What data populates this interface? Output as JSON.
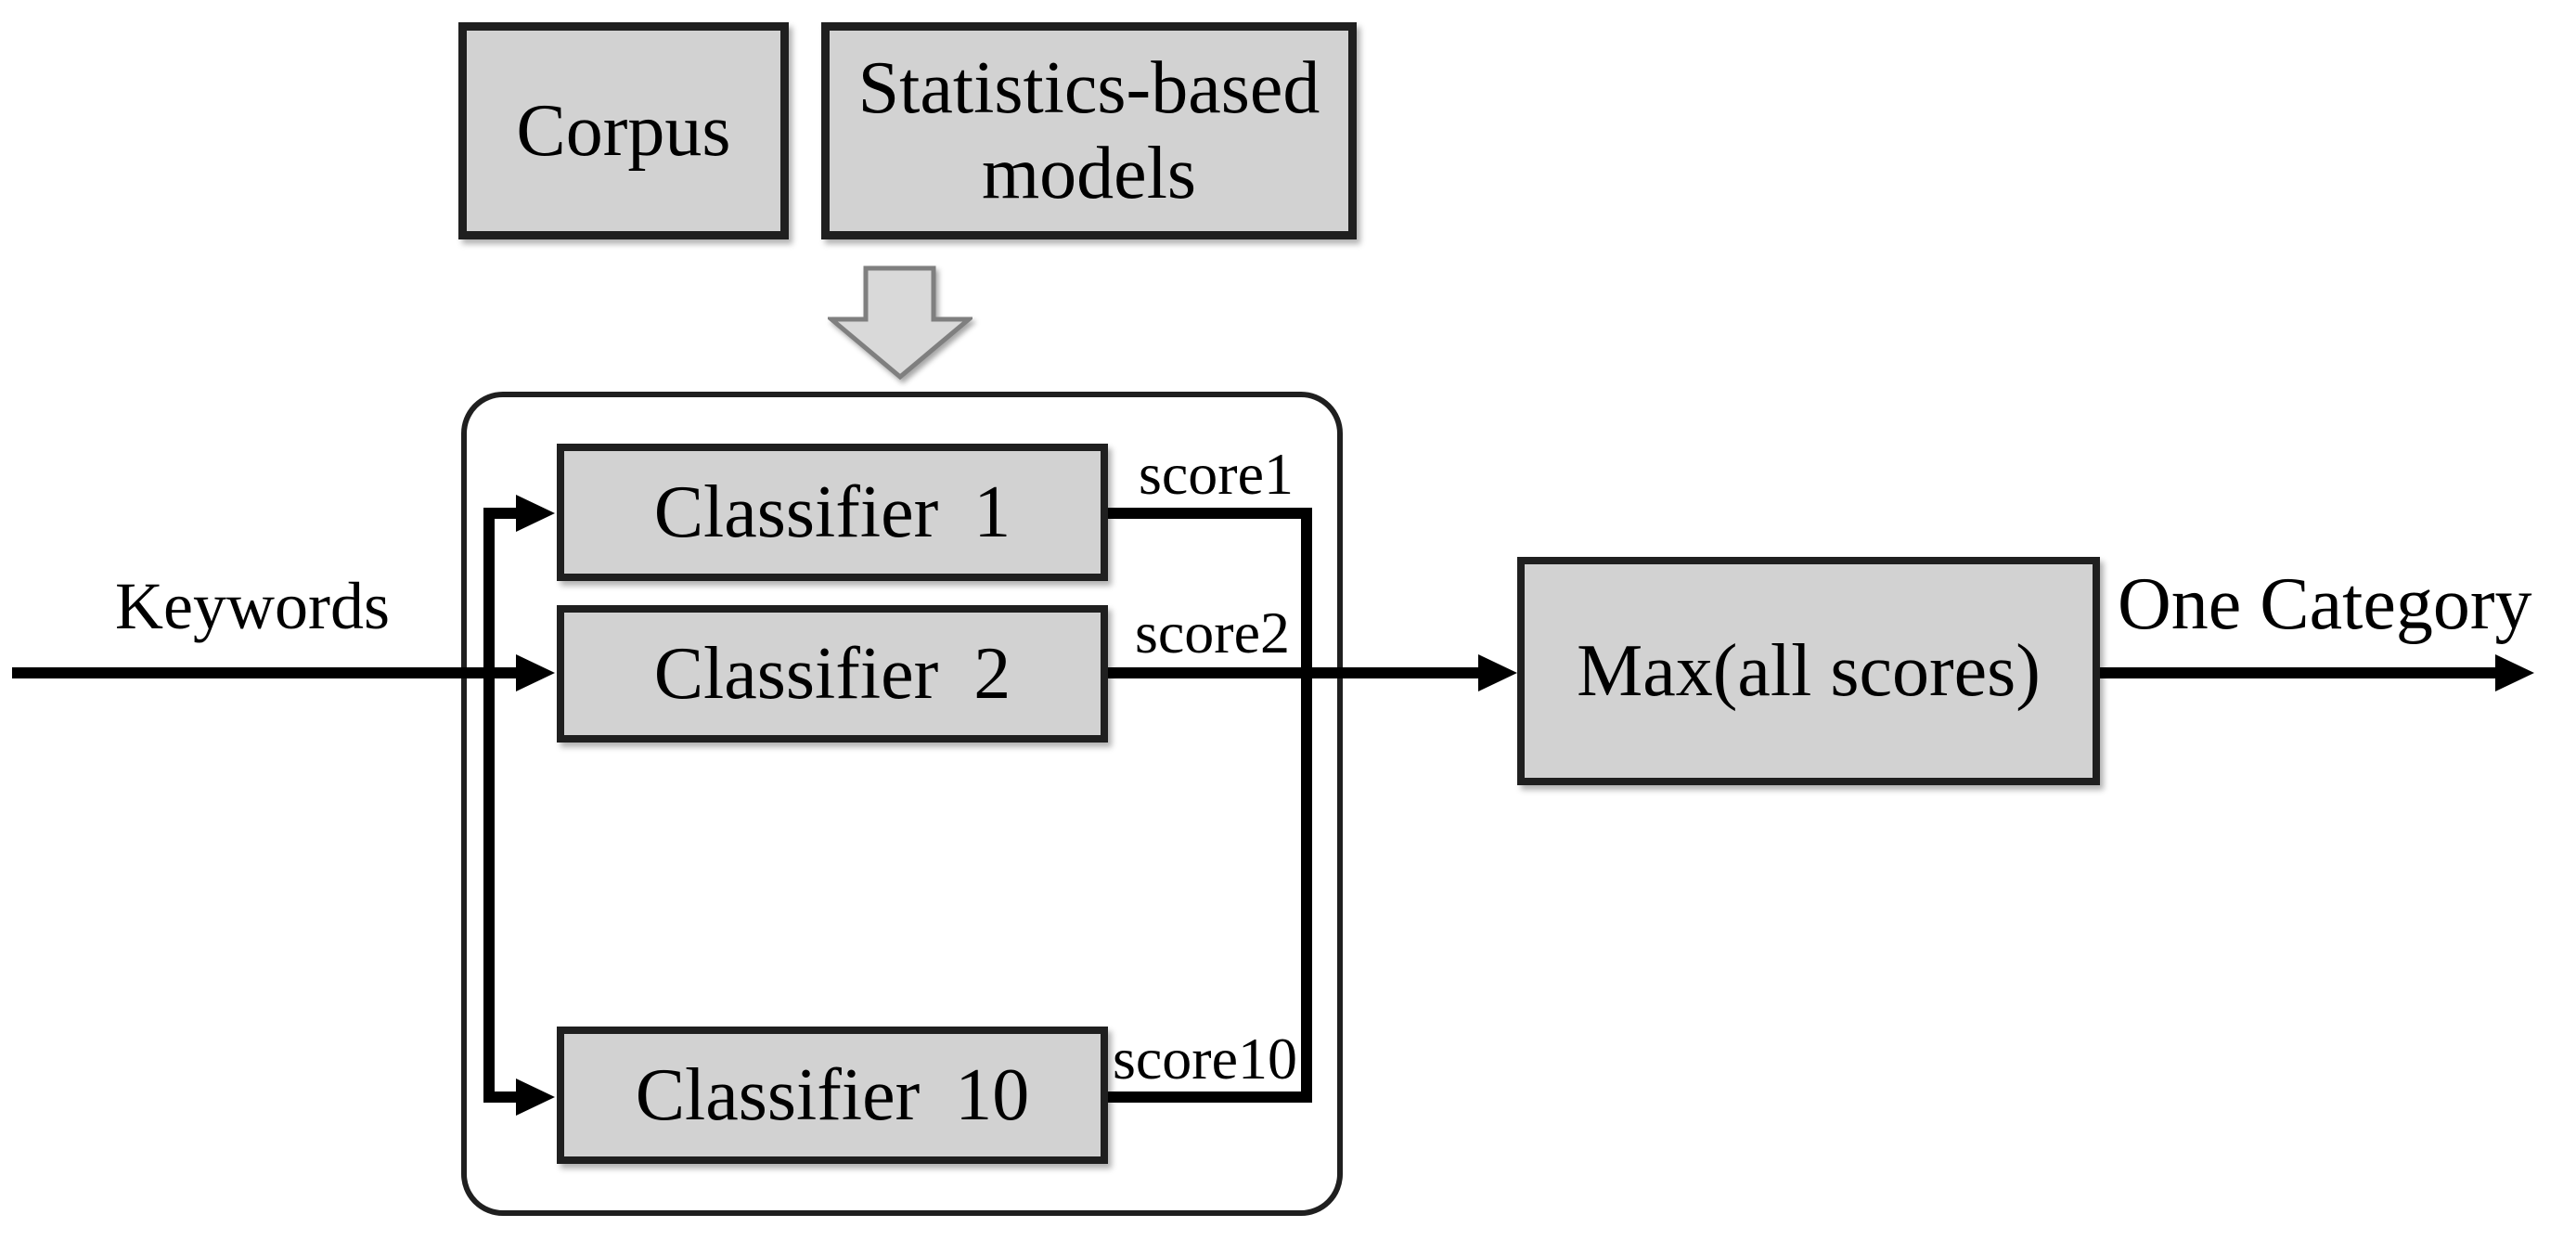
{
  "diagram": {
    "title_semantic": "keyword classification ensemble flow",
    "inputs": {
      "corpus_label": "Corpus",
      "stats_models_label": "Statistics-based models",
      "keywords_label": "Keywords"
    },
    "classifiers": [
      {
        "label": "Classifier 1",
        "score": "score1"
      },
      {
        "label": "Classifier 2",
        "score": "score2"
      },
      {
        "label": "Classifier 10",
        "score": "score10"
      }
    ],
    "aggregator": {
      "label": "Max(all scores)"
    },
    "output": {
      "label": "One Category"
    },
    "colors": {
      "box_fill": "#d2d2d2",
      "box_border": "#1f1f1f",
      "line_color": "#000000",
      "block_arrow_fill": "#d9d9d9",
      "block_arrow_border": "#7f7f7f",
      "text_color": "#000000",
      "canvas_bg": "#ffffff"
    }
  }
}
